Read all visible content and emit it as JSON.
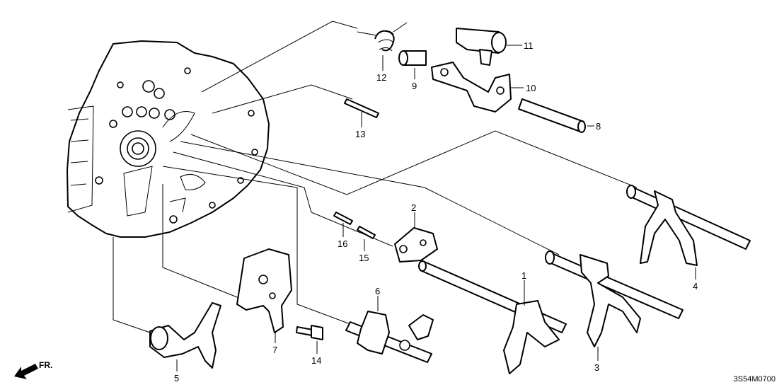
{
  "diagram_code": "3S54M0700",
  "direction_label": "FR.",
  "callouts": [
    "1",
    "2",
    "3",
    "4",
    "5",
    "6",
    "7",
    "8",
    "9",
    "10",
    "11",
    "12",
    "13",
    "14",
    "15",
    "16"
  ]
}
